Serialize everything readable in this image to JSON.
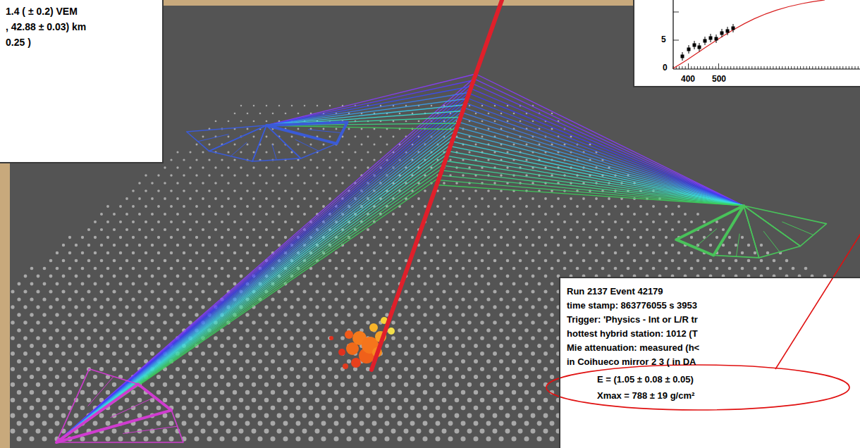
{
  "diagram": {
    "nodes": [
      {
        "text": [
          "1.4 ( ± 0.2) VEM",
          ", 42.88 ± 0.03) km",
          "0.25 )"
        ]
      },
      {
        "text": [
          "5",
          "0",
          "400",
          "500"
        ]
      },
      {
        "text": [
          "Run 2137 Event 42179",
          "time stamp: 863776055 s 3953",
          "Trigger: 'Physics - Int or L/R tr",
          "hottest hybrid station: 1012 (T",
          "Mie attenuation: measured (h<",
          "in Coihueco mirror 2 3 ( in DA",
          "E = (1.05 ± 0.08 ± 0.05)",
          "Xmax = 788 ± 19 g/cm²"
        ]
      }
    ]
  }
}
